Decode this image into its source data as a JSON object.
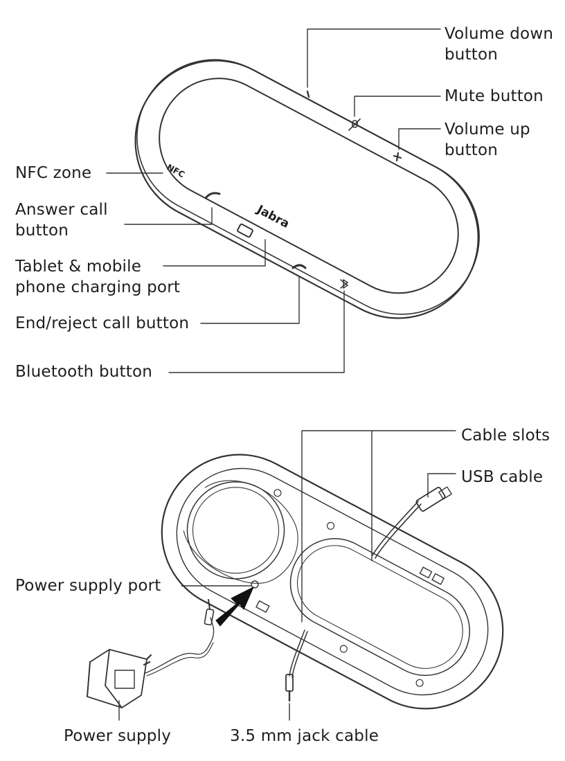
{
  "top_view": {
    "brand": "Jabra",
    "nfc_mark": "NFC",
    "labels": {
      "volume_down": [
        "Volume down",
        "button"
      ],
      "mute": "Mute button",
      "volume_up": [
        "Volume up",
        "button"
      ],
      "nfc_zone": "NFC zone",
      "answer_call": [
        "Answer call",
        "button"
      ],
      "charging_port": [
        "Tablet & mobile",
        "phone charging port"
      ],
      "end_call": "End/reject call button",
      "bluetooth": "Bluetooth button"
    }
  },
  "bottom_view": {
    "labels": {
      "cable_slots": "Cable slots",
      "usb_cable": "USB cable",
      "power_port": "Power supply port",
      "power_supply": "Power supply",
      "jack_cable": "3.5 mm jack cable"
    }
  },
  "colors": {
    "line": "#333333",
    "text": "#1e1e1e",
    "fill": "#ffffff"
  }
}
